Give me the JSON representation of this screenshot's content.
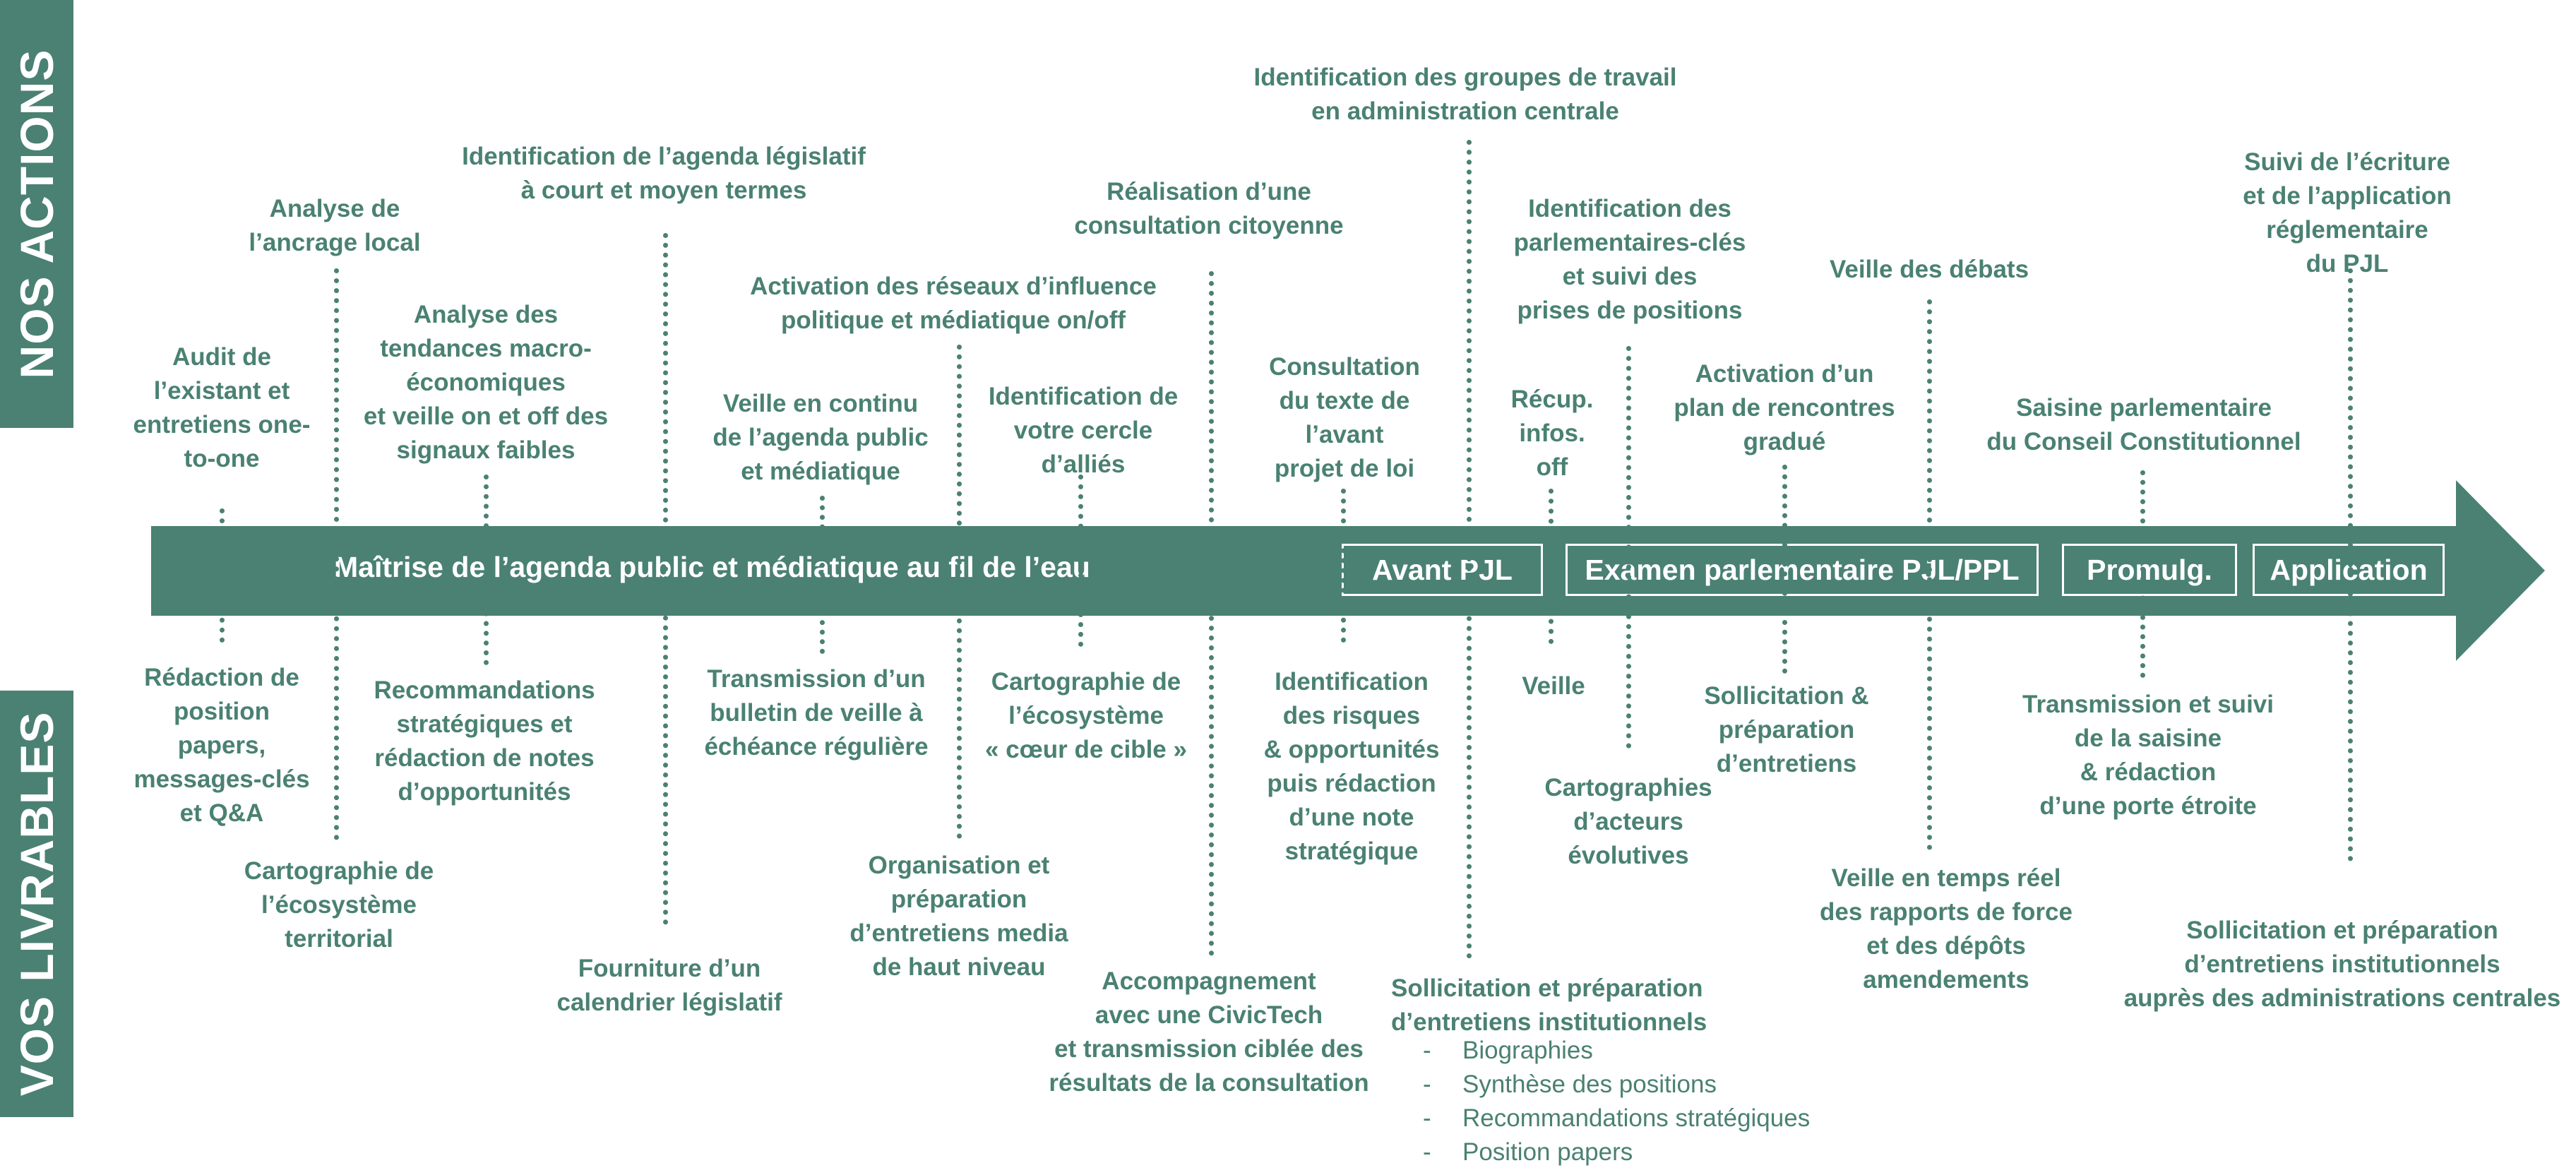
{
  "sidebar": {
    "top": "NOS ACTIONS",
    "bottom": "VOS LIVRABLES"
  },
  "colors": {
    "primary": "#4a8172",
    "background": "#ffffff"
  },
  "band": {
    "title": "Maîtrise de l’agenda public et médiatique au fil de l’eau",
    "phases": [
      "Avant PJL",
      "Examen parlementaire PJL/PPL",
      "Promulg.",
      "Application"
    ]
  },
  "actions": [
    "Audit de\nl’existant et\nentretiens one-\nto-one",
    "Analyse de\nl’ancrage local",
    "Analyse des\ntendances macro-\néconomiques\net veille on et off des\nsignaux faibles",
    "Identification de l’agenda législatif\nà court et moyen termes",
    "Veille en continu\nde l’agenda public\net médiatique",
    "Activation des réseaux d’influence\npolitique et médiatique on/off",
    "Identification de\nvotre cercle\nd’alliés",
    "Réalisation d’une\nconsultation citoyenne",
    "Consultation\ndu texte de\nl’avant\nprojet de loi",
    "Identification des groupes de travail\nen administration centrale",
    "Récup.\ninfos.\noff",
    "Identification des\nparlementaires-clés\net suivi des\nprises de positions",
    "Activation d’un\nplan de rencontres\ngradué",
    "Veille des débats",
    "Saisine parlementaire\ndu Conseil Constitutionnel",
    "Suivi de l’écriture\net de l’application réglementaire\ndu PJL"
  ],
  "deliverables": [
    "Rédaction de\nposition\npapers,\nmessages-clés\net Q&A",
    "Cartographie de\nl’écosystème\nterritorial",
    "Recommandations\nstratégiques et\nrédaction de notes\nd’opportunités",
    "Fourniture d’un\ncalendrier législatif",
    "Transmission d’un\nbulletin de veille à\néchéance régulière",
    "Organisation et\npréparation\nd’entretiens media\nde haut niveau",
    "Cartographie de\nl’écosystème\n« cœur de cible »",
    "Accompagnement\navec une CivicTech\net transmission ciblée des\nrésultats de la consultation",
    "Identification\ndes risques\n& opportunités\npuis rédaction\nd’une note\nstratégique",
    "Sollicitation et préparation\nd’entretiens institutionnels",
    "Veille",
    "Cartographies\nd’acteurs\névolutives",
    "Sollicitation &\npréparation\nd’entretiens",
    "Veille en temps réel\ndes rapports de force\net des dépôts\namendements",
    "Transmission et suivi\nde la saisine\n& rédaction\nd’une porte étroite",
    "Sollicitation et préparation\nd’entretiens institutionnels\nauprès des administrations centrales"
  ],
  "sublist": {
    "dash": "-",
    "items": [
      "Biographies",
      "Synthèse des positions",
      "Recommandations stratégiques",
      "Position papers"
    ]
  }
}
